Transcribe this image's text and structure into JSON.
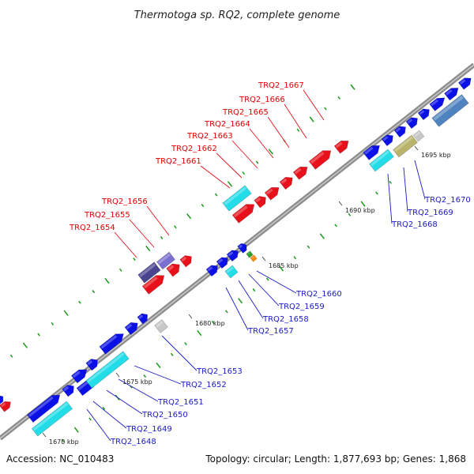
{
  "title": "Thermotoga sp. RQ2, complete genome",
  "footer": {
    "accession": "Accession: NC_010483",
    "summary": "Topology: circular; Length: 1,877,693 bp; Genes: 1,868"
  },
  "colors": {
    "backbone": "#8c8c8c",
    "red_gene": "#e8101a",
    "blue_gene": "#0b10e6",
    "cyan_gene": "#22dde8",
    "olive_gene": "#b9b36c",
    "steel_gene": "#4f83c0",
    "purple_gene": "#4a438e",
    "grey_gene": "#c8c8c8",
    "green_tick": "#1a9a1a"
  },
  "tick_labels": [
    "1670 kbp",
    "1675 kbp",
    "1680 kbp",
    "1685 kbp",
    "1690 kbp",
    "1695 kbp"
  ],
  "genes_red": [
    "TRQ2_1654",
    "TRQ2_1655",
    "TRQ2_1656",
    "TRQ2_1661",
    "TRQ2_1662",
    "TRQ2_1663",
    "TRQ2_1664",
    "TRQ2_1665",
    "TRQ2_1666",
    "TRQ2_1667"
  ],
  "genes_blue": [
    "TRQ2_1648",
    "TRQ2_1649",
    "TRQ2_1650",
    "TRQ2_1651",
    "TRQ2_1652",
    "TRQ2_1653",
    "TRQ2_1657",
    "TRQ2_1658",
    "TRQ2_1659",
    "TRQ2_1660",
    "TRQ2_1668",
    "TRQ2_1669",
    "TRQ2_1670"
  ]
}
